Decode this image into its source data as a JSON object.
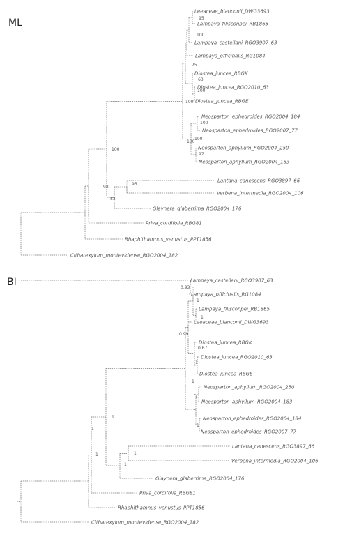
{
  "panels": [
    {
      "label": "ML",
      "taxa": [
        "Leeaceae_blanconii_DWG3693",
        "Lampaya_filisconpei_RB1865",
        "Lampaya_castellani_RGO3907_63",
        "Lampaya_officinalis_RG1084",
        "Diostea_juncea_RBGK",
        "Diostea_juncea_RGO2010_63",
        "Diostea_juncea_RBGE",
        "Neosparton_ephedroides_RGO2004_184",
        "Neosparton_ephedroides_RGO2007_77",
        "Neosparton_aphyllum_RGO2004_250",
        "Neosparton_aphyllum_RGO2004_183",
        "Lantana_canescens_RGO3897_66",
        "Verbena_intermedia_RGO2004_106",
        "Glaynera_glaberrima_RGO2004_176",
        "Priva_cordifolia_RBG81",
        "Rhaphithamnus_venustus_PPT1856",
        "Citharexylum_montevidense_RGO2004_182"
      ],
      "support_values": [
        "95",
        "100",
        "75",
        "63",
        "100",
        "100",
        "100",
        "100",
        "97",
        "100",
        "100",
        "98",
        "83",
        "95"
      ]
    },
    {
      "label": "BI",
      "taxa": [
        "Lampaya_castellani_RGO3907_63",
        "Lampaya_officinalis_RG1084",
        "Lampaya_filisconpei_RB1865",
        "Leeaceae_blanconii_DWG3693",
        "Diostea_juncea_RBGK",
        "Diostea_juncea_RGO2010_63",
        "Diostea_juncea_RBGE",
        "Neosparton_aphyllum_RGO2004_250",
        "Neosparton_aphyllum_RGO2004_183",
        "Neosparton_ephedroides_RGO2004_184",
        "Neosparton_ephedroides_RGO2007_77",
        "Lantana_canescens_RGO3897_66",
        "Verbena_intermedia_RGO2004_106",
        "Glaynera_glaberrima_RGO2004_176",
        "Priva_cordifolia_RBG81",
        "Rhaphithamnus_venustus_PPT1856",
        "Citharexylum_montevidense_RGO2004_182"
      ],
      "support_values": [
        "0.93",
        "1",
        "1",
        "0.99",
        "0.67",
        "1",
        "1",
        "1",
        "1",
        "1",
        "1",
        "1",
        "1",
        "1"
      ]
    }
  ]
}
